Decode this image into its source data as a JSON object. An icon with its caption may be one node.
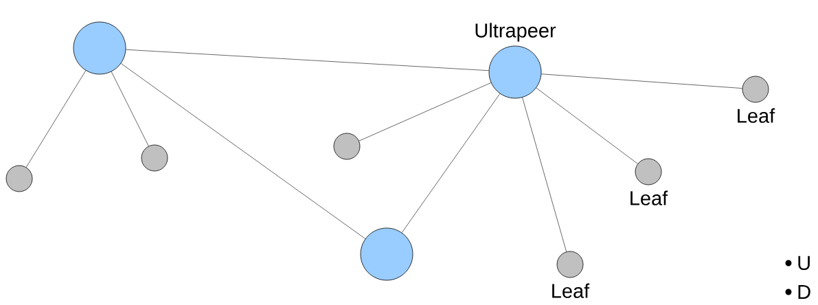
{
  "diagram": {
    "nodes": [
      {
        "text": [],
        "shape": "circle"
      },
      {
        "text": [
          "Ultrapeer"
        ]
      },
      {
        "text": [],
        "shape": "circle"
      },
      {
        "text": [],
        "shape": "circle"
      },
      {
        "text": [],
        "shape": "circle"
      },
      {
        "text": [],
        "shape": "circle"
      },
      {
        "text": [
          "Leaf"
        ]
      },
      {
        "text": [
          "Leaf"
        ]
      },
      {
        "text": [
          "Leaf"
        ]
      }
    ],
    "edges": [
      {
        "from": 0,
        "to": 1,
        "arrow": "none"
      },
      {
        "from": 0,
        "to": 3,
        "arrow": "none"
      },
      {
        "from": 0,
        "to": 4,
        "arrow": "none"
      },
      {
        "from": 0,
        "to": 2,
        "arrow": "none"
      },
      {
        "from": 1,
        "to": 5,
        "arrow": "none"
      },
      {
        "from": 1,
        "to": 2,
        "arrow": "none"
      },
      {
        "from": 1,
        "to": 7,
        "arrow": "none"
      },
      {
        "from": 1,
        "to": 6,
        "arrow": "none"
      },
      {
        "from": 1,
        "to": 8,
        "arrow": "none"
      }
    ],
    "labels": [
      "U",
      "D"
    ]
  }
}
